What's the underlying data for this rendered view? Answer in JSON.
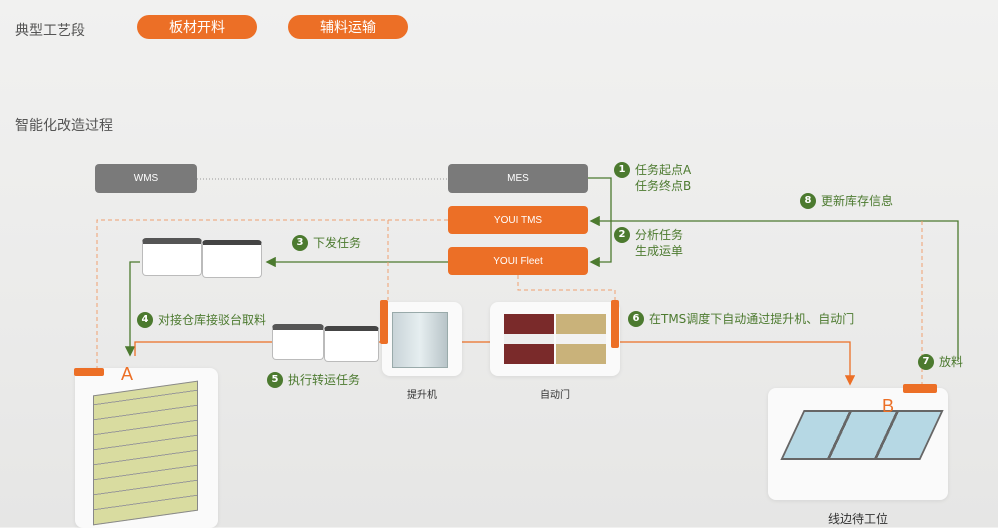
{
  "section1": {
    "title": "典型工艺段",
    "pills": [
      "板材开料",
      "辅料运输"
    ]
  },
  "section2": {
    "title": "智能化改造过程"
  },
  "systems": {
    "wms": "WMS",
    "mes": "MES",
    "tms": "YOUI TMS",
    "fleet": "YOUI Fleet"
  },
  "steps": [
    {
      "num": "1",
      "lines": [
        "任务起点A",
        "任务终点B"
      ]
    },
    {
      "num": "2",
      "lines": [
        "分析任务",
        "生成运单"
      ]
    },
    {
      "num": "3",
      "text": "下发任务"
    },
    {
      "num": "4",
      "text": "对接仓库接驳台取料"
    },
    {
      "num": "5",
      "text": "执行转运任务"
    },
    {
      "num": "6",
      "text": "在TMS调度下自动通过提升机、自动门"
    },
    {
      "num": "7",
      "text": "放料"
    },
    {
      "num": "8",
      "text": "更新库存信息"
    }
  ],
  "equipment": {
    "lift": "提升机",
    "door": "自动门",
    "pointA": "A",
    "pointB": "B",
    "station": "线边待工位"
  },
  "colors": {
    "orange": "#ec6f26",
    "green": "#4c7a2f",
    "grey": "#7a7a7a"
  }
}
